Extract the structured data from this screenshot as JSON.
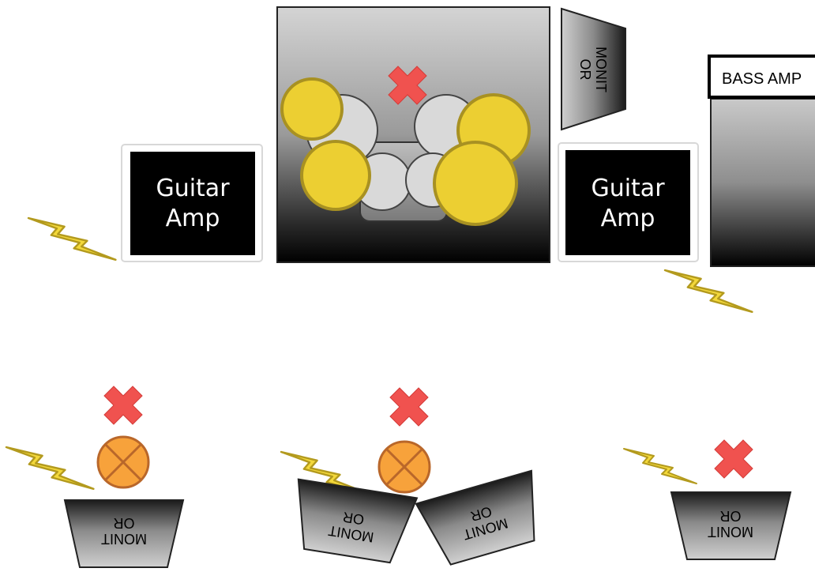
{
  "guitar_amp_left": {
    "line1": "Guitar",
    "line2": "Amp"
  },
  "guitar_amp_right": {
    "line1": "Guitar",
    "line2": "Amp"
  },
  "bass_amp": {
    "label": "BASS AMP"
  },
  "monitor_label": {
    "line1": "MONIT",
    "line2": "OR"
  },
  "colors": {
    "cymbal": "#eccf32",
    "drum_head": "#d9d9d9",
    "lightning": "#f3d83a",
    "x_mark": "#f0524f",
    "mic_orange": "#f7a23b",
    "amp_black": "#000000"
  },
  "icons": [
    "lightning-icon",
    "x-mark-icon",
    "microphone-icon",
    "monitor-wedge-icon"
  ]
}
